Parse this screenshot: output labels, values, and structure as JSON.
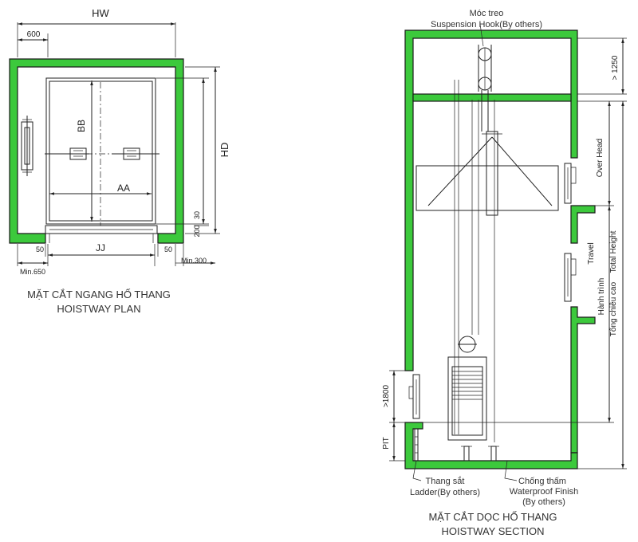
{
  "plan": {
    "hw": "HW",
    "w600": "600",
    "hd": "HD",
    "bb": "BB",
    "aa": "AA",
    "jj": "JJ",
    "w30": "30",
    "w200": "200",
    "w50_left": "50",
    "w50_right": "50",
    "min650": "Min.650",
    "min300": "Min.300",
    "caption_vi": "MẶT CẮT NGANG HỐ THANG",
    "caption_en": "HOISTWAY PLAN"
  },
  "section": {
    "hook_vi": "Móc treo",
    "hook_en": "Suspension Hook(By others)",
    "gt1250": "> 1250",
    "overhead": "Over Head",
    "travel": "Travel",
    "travel_vi": "Hành trình",
    "total_height": "Total Height",
    "total_height_vi": "Tổng chiều cao",
    "gt1800": ">1800",
    "pit": "PIT",
    "ladder_vi": "Thang sắt",
    "ladder_en": "Ladder(By others)",
    "waterproof_vi": "Chống thấm",
    "waterproof_en": "Waterproof Finish",
    "waterproof_by": "(By others)",
    "caption_vi": "MẶT CẮT DỌC HỐ THANG",
    "caption_en": "HOISTWAY SECTION"
  },
  "colors": {
    "wall": "#3cc93c",
    "line": "#222222"
  }
}
